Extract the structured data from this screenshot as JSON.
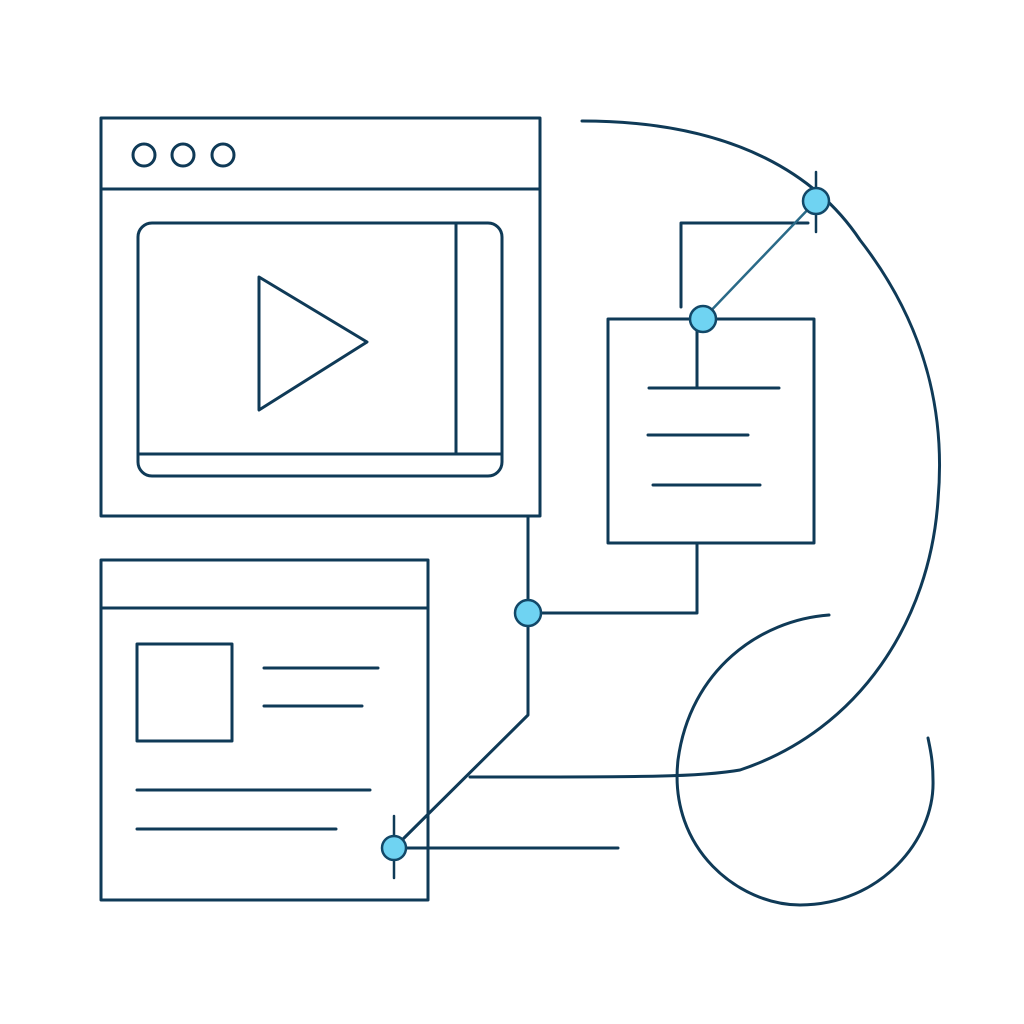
{
  "colors": {
    "background": "#ffffff",
    "stroke": "#0f3a57",
    "connector_light": "#2a6a88",
    "node_fill": "#6fd3f2",
    "node_stroke": "#124868"
  },
  "media_window": {
    "controls": [
      "window-dot-icon",
      "window-dot-icon",
      "window-dot-icon"
    ],
    "player_icon": "play-icon"
  },
  "content_card": {
    "icon": "image-placeholder-icon",
    "text_lines": 4
  },
  "document_card": {
    "text_lines": 3
  },
  "connector_nodes": 4
}
